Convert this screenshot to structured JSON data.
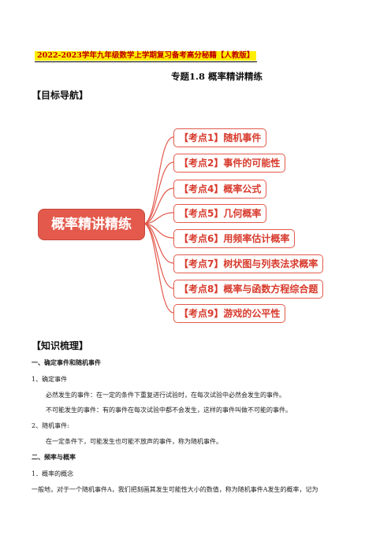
{
  "banner": "2022-2023学年九年级数学上学期复习备考高分秘籍【人教版】",
  "title": "专题1.8 概率精讲精练",
  "sections": {
    "goal_nav": "【目标导航】",
    "knowledge": "【知识梳理】"
  },
  "mindmap": {
    "center": "概率精讲精练",
    "items": [
      "【考点1】随机事件",
      "【考点2】事件的可能性",
      "【考点4】概率公式",
      "【考点5】几何概率",
      "【考点6】用频率估计概率",
      "【考点7】树状图与列表法求概率",
      "【考点8】概率与函数方程综合题",
      "【考点9】游戏的公平性"
    ],
    "colors": {
      "box_fill": "#e35a4d",
      "border": "#e35a4d",
      "text": "#d83a2c"
    }
  },
  "content": {
    "h1": "一、确定事件和随机事件",
    "p1": "1、确定事件",
    "p1a": "必然发生的事件：在一定的条件下重复进行试验时，在每次试验中必然会发生的事件。",
    "p1b": "不可能发生的事件：有的事件在每次试验中都不会发生，这样的事件叫做不可能的事件。",
    "p2": "2、随机事件:",
    "p2a": "在一定条件下，可能发生也可能不放声的事件，称为随机事件。",
    "h2": "二、频率与概率",
    "p3": "1．概率的概念",
    "p3a": "一般地，对于一个随机事件A，我们把刻画其发生可能性大小的数值，称为随机事件A发生的概率，记为"
  }
}
